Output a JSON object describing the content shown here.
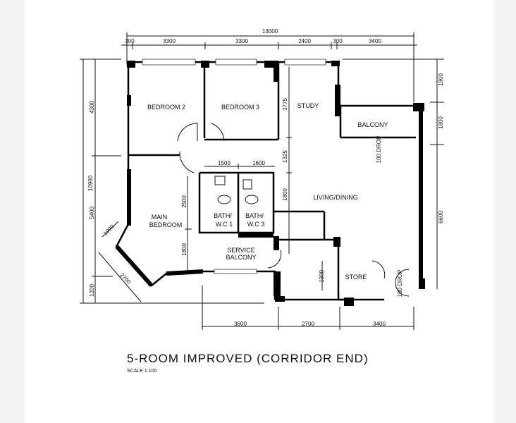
{
  "plan": {
    "title": "5-ROOM IMPROVED (CORRIDOR END)",
    "scale": "SCALE   1:100",
    "rooms": {
      "bedroom2": "BEDROOM 2",
      "bedroom3": "BEDROOM 3",
      "study": "STUDY",
      "balcony": "BALCONY",
      "living": "LIVING/DINING",
      "main_bedroom_1": "MAIN",
      "main_bedroom_2": "BEDROOM",
      "bath1_a": "BATH/",
      "bath1_b": "W.C 1",
      "bath3_a": "BATH/",
      "bath3_b": "W.C 3",
      "service_1": "SERVICE",
      "service_2": "BALCONY",
      "store": "STORE",
      "drop1": "100 DROP",
      "drop2": "100 DROP"
    },
    "dimensions": {
      "top_total": "13000",
      "top": [
        "300",
        "3300",
        "3300",
        "2400",
        "300",
        "3400"
      ],
      "left_total": "10900",
      "left": [
        "4300",
        "5400",
        "1200"
      ],
      "right": [
        "1900",
        "1800",
        "6600"
      ],
      "bottom": [
        "3600",
        "2700",
        "3400"
      ],
      "inner": {
        "bath1_w": "1500",
        "bath3_w": "1600",
        "study_h": "3775",
        "corr_h": "1325",
        "living_h": "1800",
        "bath_h": "2500",
        "service_h": "1800",
        "store_h": "1300",
        "bay_1": "1000",
        "bay_2": "2700"
      }
    }
  }
}
